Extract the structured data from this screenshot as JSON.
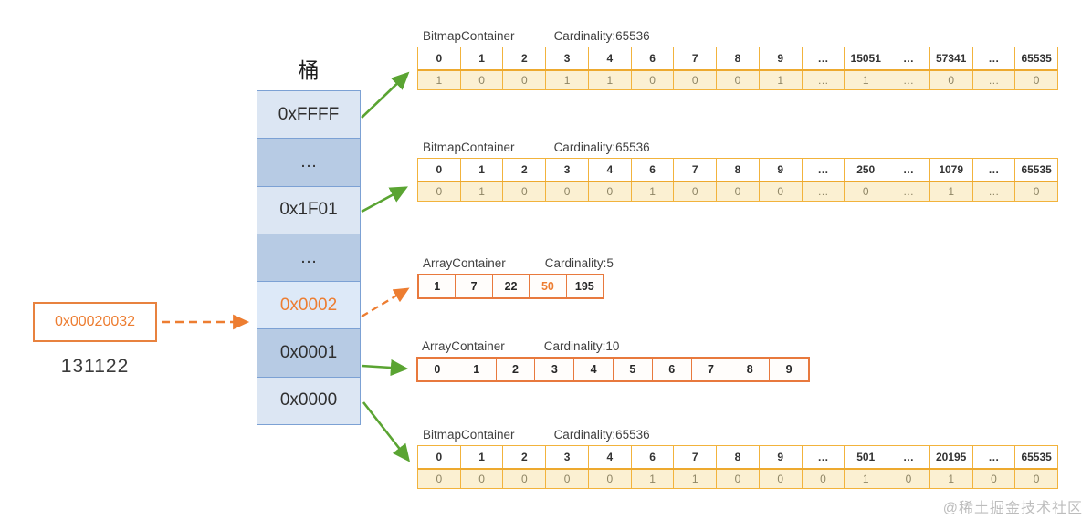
{
  "left": {
    "hex_value": "0x00020032",
    "decimal_value": "131122"
  },
  "bucket": {
    "title": "桶",
    "cells": [
      {
        "label": "0xFFFF",
        "shade": "light",
        "highlight": false
      },
      {
        "label": "…",
        "shade": "dark",
        "highlight": false
      },
      {
        "label": "0x1F01",
        "shade": "light",
        "highlight": false
      },
      {
        "label": "…",
        "shade": "dark",
        "highlight": false
      },
      {
        "label": "0x0002",
        "shade": "light",
        "highlight": true
      },
      {
        "label": "0x0001",
        "shade": "dark",
        "highlight": false
      },
      {
        "label": "0x0000",
        "shade": "light",
        "highlight": false
      }
    ]
  },
  "containers": [
    {
      "type": "BitmapContainer",
      "cardinality_label": "Cardinality:65536",
      "headers": [
        "0",
        "1",
        "2",
        "3",
        "4",
        "6",
        "7",
        "8",
        "9",
        "…",
        "15051",
        "…",
        "57341",
        "…",
        "65535"
      ],
      "values": [
        "1",
        "0",
        "0",
        "1",
        "1",
        "0",
        "0",
        "0",
        "1",
        "…",
        "1",
        "…",
        "0",
        "…",
        "0"
      ]
    },
    {
      "type": "BitmapContainer",
      "cardinality_label": "Cardinality:65536",
      "headers": [
        "0",
        "1",
        "2",
        "3",
        "4",
        "6",
        "7",
        "8",
        "9",
        "…",
        "250",
        "…",
        "1079",
        "…",
        "65535"
      ],
      "values": [
        "0",
        "1",
        "0",
        "0",
        "0",
        "1",
        "0",
        "0",
        "0",
        "…",
        "0",
        "…",
        "1",
        "…",
        "0"
      ]
    },
    {
      "type": "ArrayContainer",
      "cardinality_label": "Cardinality:5",
      "cells": [
        "1",
        "7",
        "22",
        "50",
        "195"
      ],
      "highlight_index": 3
    },
    {
      "type": "ArrayContainer",
      "cardinality_label": "Cardinality:10",
      "cells": [
        "0",
        "1",
        "2",
        "3",
        "4",
        "5",
        "6",
        "7",
        "8",
        "9"
      ],
      "highlight_index": -1
    },
    {
      "type": "BitmapContainer",
      "cardinality_label": "Cardinality:65536",
      "headers": [
        "0",
        "1",
        "2",
        "3",
        "4",
        "6",
        "7",
        "8",
        "9",
        "…",
        "501",
        "…",
        "20195",
        "…",
        "65535"
      ],
      "values": [
        "0",
        "0",
        "0",
        "0",
        "0",
        "1",
        "1",
        "0",
        "0",
        "0",
        "1",
        "0",
        "1",
        "0",
        "0"
      ]
    }
  ],
  "watermark": "@稀土掘金技术社区",
  "colors": {
    "orange_accent": "#ED7D31",
    "green_arrow": "#5aa432",
    "gold_border": "#f2b33c",
    "cream_fill": "#fbf0d2",
    "blue_border": "#7ca1d4",
    "blue_light": "#dce6f3",
    "blue_dark": "#b7cbe4",
    "watermark_gray": "#bdbdbd"
  }
}
